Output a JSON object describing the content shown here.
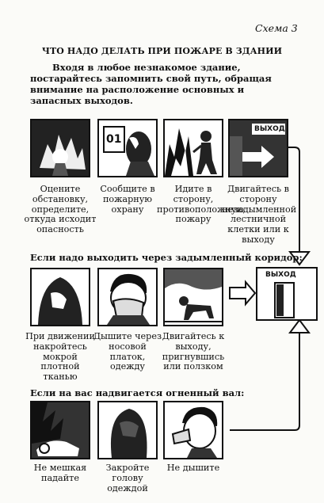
{
  "header": {
    "scheme_label": "Схема 3",
    "title": "ЧТО НАДО ДЕЛАТЬ ПРИ ПОЖАРЕ В ЗДАНИИ",
    "intro": "Входя в любое незнакомое здание, постарайтесь запомнить свой путь, обращая внимание на расположение основных и запасных выходов."
  },
  "row1": {
    "captions": [
      "Оцените обстановку, определите, откуда исходит опасность",
      "Сообщите в пожарную охрану",
      "Идите в сторону, противоположную пожару",
      "Двигайтесь в сторону незадымленной лестничной клетки или к выходу"
    ],
    "phone_sign": "01",
    "exit_sign": "ВЫХОД"
  },
  "section_smoke": "Если надо выходить через задымленный коридор:",
  "row2": {
    "captions": [
      "При движении накройтесь мокрой плотной тканью",
      "Дышите через носовой платок, одежду",
      "Двигайтесь к выходу, пригнувшись или ползком"
    ]
  },
  "exit_box_sign": "ВЫХОД",
  "section_fire": "Если на вас надвигается огненный вал:",
  "row3": {
    "captions": [
      "Не мешкая падайте",
      "Закройте голову одеждой",
      "Не дышите"
    ]
  }
}
